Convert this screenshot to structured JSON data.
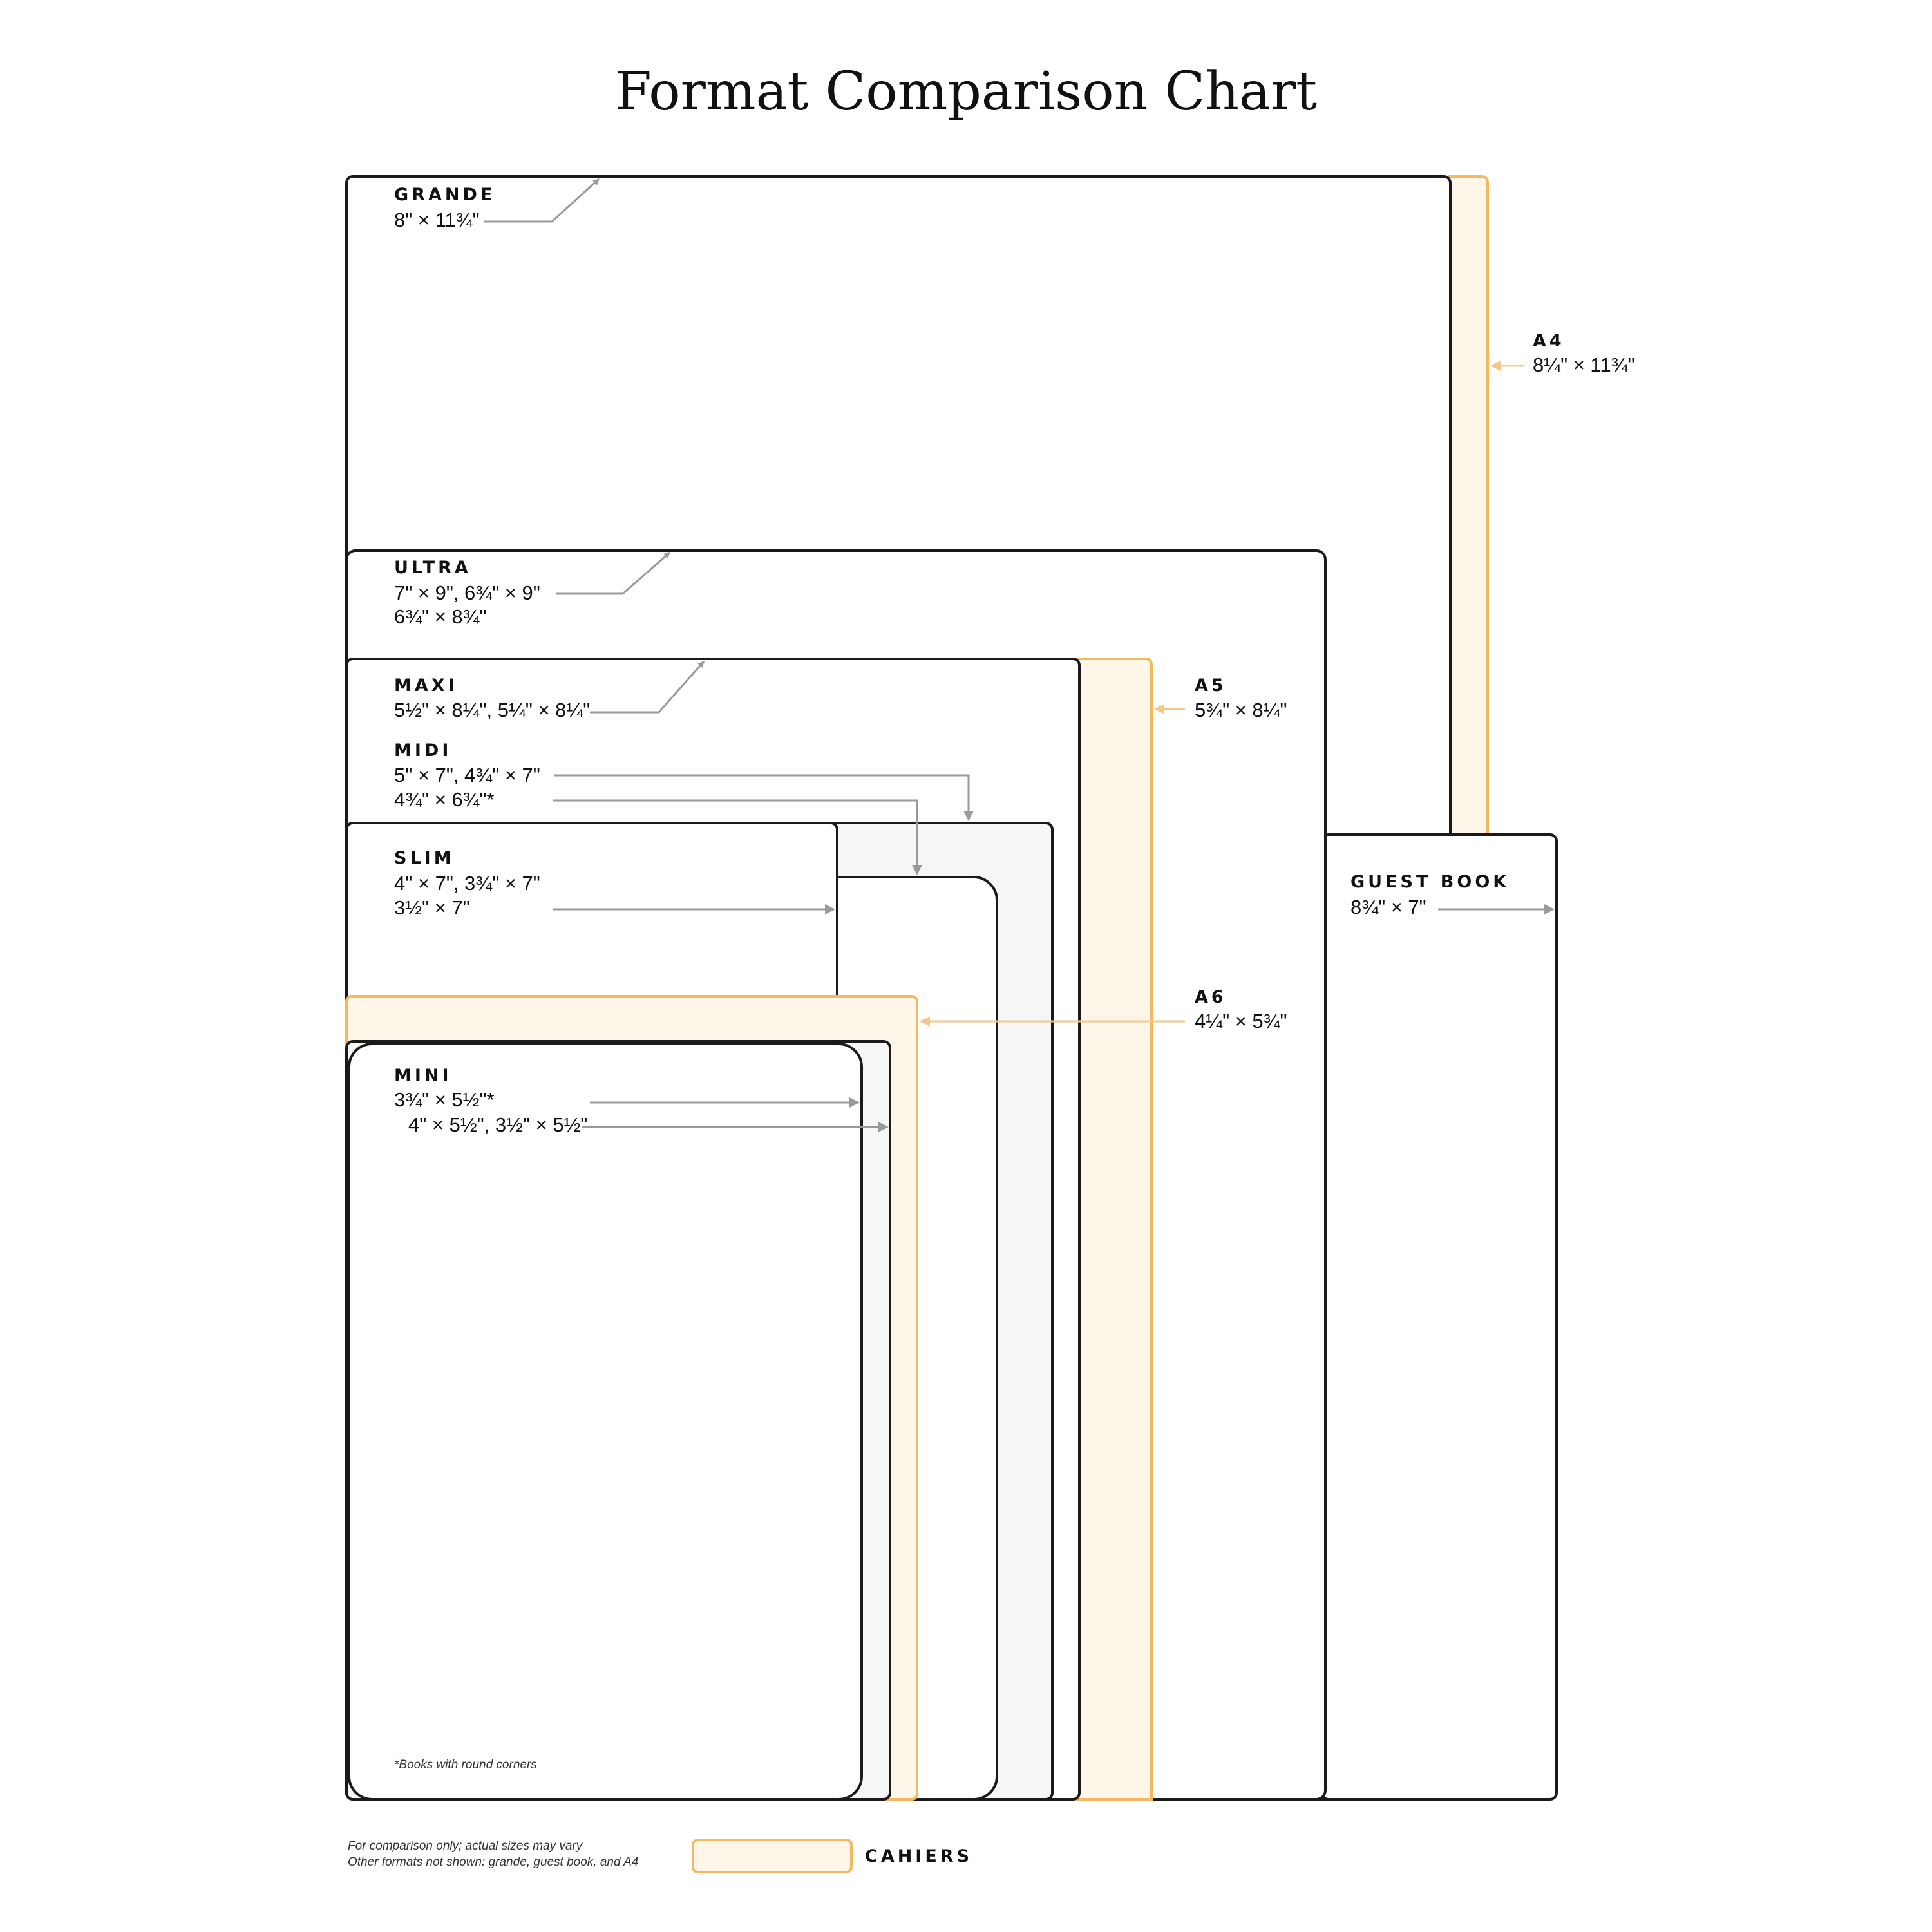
{
  "title": "Format Comparison Chart",
  "colors": {
    "outline": "#1a1a1a",
    "leader": "#9a9a9a",
    "cahier_outline": "#f3b860",
    "cahier_fill": "#fff6ea",
    "panel_fill": "#f6f6f6",
    "a4_leader": "#f3c98a"
  },
  "formats": {
    "grande": {
      "name": "GRANDE",
      "size": "8\" × 11¾\""
    },
    "ultra": {
      "name": "ULTRA",
      "size_line1": "7\" × 9\", 6¾\" × 9\"",
      "size_line2": "6¾\" × 8¾\""
    },
    "maxi": {
      "name": "MAXI",
      "size": "5½\" × 8¼\", 5¼\" × 8¼\""
    },
    "midi": {
      "name": "MIDI",
      "size_line1": "5\" × 7\", 4¾\" × 7\"",
      "size_line2": "4¾\" × 6¾\"*"
    },
    "slim": {
      "name": "SLIM",
      "size_line1": "4\" × 7\", 3¾\" × 7\"",
      "size_line2": "3½\" × 7\""
    },
    "mini": {
      "name": "MINI",
      "size_line1": "3¾\" × 5½\"*",
      "size_line2": "4\" × 5½\", 3½\" × 5½\""
    },
    "guest_book": {
      "name": "GUEST BOOK",
      "size": "8¾\" × 7\""
    },
    "a4": {
      "name": "A4",
      "size": "8¼\" × 11¾\""
    },
    "a5": {
      "name": "A5",
      "size": "5¾\" × 8¼\""
    },
    "a6": {
      "name": "A6",
      "size": "4¼\" × 5¾\""
    }
  },
  "footnotes": {
    "round_corners": "*Books with round corners",
    "comparison_line1": "For comparison only; actual sizes may vary",
    "comparison_line2": "Other formats not shown: grande, guest book, and A4"
  },
  "legend": {
    "label": "CAHIERS"
  }
}
